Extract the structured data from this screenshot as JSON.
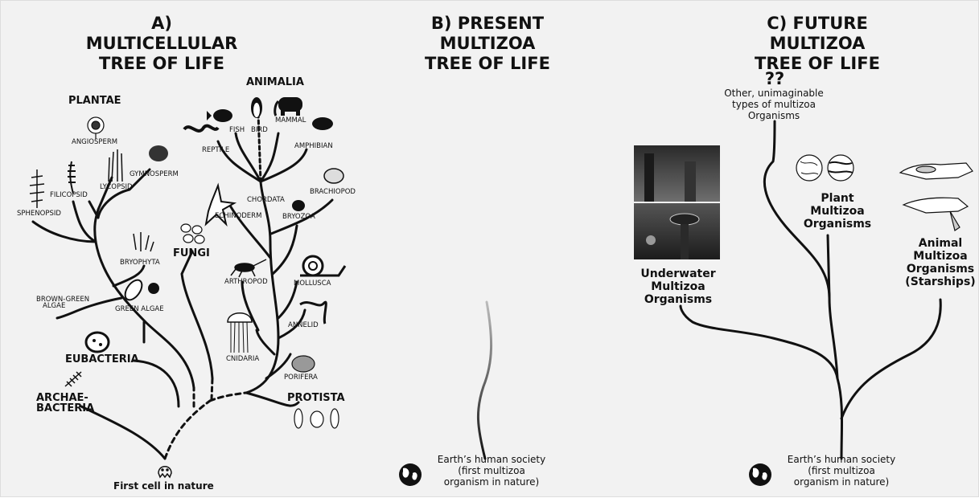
{
  "panelA": {
    "title_line1": "A) MULTICELLULAR",
    "title_line2": "TREE OF LIFE",
    "root_label": "First cell in nature",
    "labels": {
      "plantae": "PLANTAE",
      "animalia": "ANIMALIA",
      "fungi": "FUNGI",
      "eubacteria": "EUBACTERIA",
      "archae1": "ARCHAE-",
      "archae2": "BACTERIA",
      "protista": "PROTISTA",
      "angiosperm": "ANGIOSPERM",
      "gymnosperm": "GYMNOSPERM",
      "lycopsid": "LYCOPSID",
      "filicopsid": "FILICOPSID",
      "sphenopsid": "SPHENOPSID",
      "bryophyta": "BRYOPHYTA",
      "greenalgae": "GREEN ALGAE",
      "browngreen1": "BROWN-GREEN",
      "browngreen2": "ALGAE",
      "reptile": "REPTILE",
      "fish": "FISH",
      "bird": "BIRD",
      "mammal": "MAMMAL",
      "amphibian": "AMPHIBIAN",
      "chordata": "CHORDATA",
      "brachiopod": "BRACHIOPOD",
      "echinoderm": "ECHINODERM",
      "bryozoa": "BRYOZOA",
      "arthropod": "ARTHROPOD",
      "mollusca": "MOLLUSCA",
      "annelid": "ANNELID",
      "cnidaria": "CNIDARIA",
      "porifera": "PORIFERA"
    }
  },
  "panelB": {
    "title_line1": "B) PRESENT MULTIZOA",
    "title_line2": "TREE OF LIFE",
    "root_line1": "Earth’s human society",
    "root_line2": "(first multizoa",
    "root_line3": "organism in nature)"
  },
  "panelC": {
    "title_line1": "C) FUTURE MULTIZOA",
    "title_line2": "TREE OF LIFE",
    "qq": "??",
    "other_line1": "Other, unimaginable",
    "other_line2": "types of multizoa",
    "other_line3": "Organisms",
    "plant_line1": "Plant",
    "plant_line2": "Multizoa",
    "plant_line3": "Organisms",
    "animal_line1": "Animal",
    "animal_line2": "Multizoa",
    "animal_line3": "Organisms",
    "animal_line4": "(Starships)",
    "under_line1": "Underwater",
    "under_line2": "Multizoa",
    "under_line3": "Organisms",
    "root_line1": "Earth’s human society",
    "root_line2": "(first multizoa",
    "root_line3": "organism in nature)"
  }
}
